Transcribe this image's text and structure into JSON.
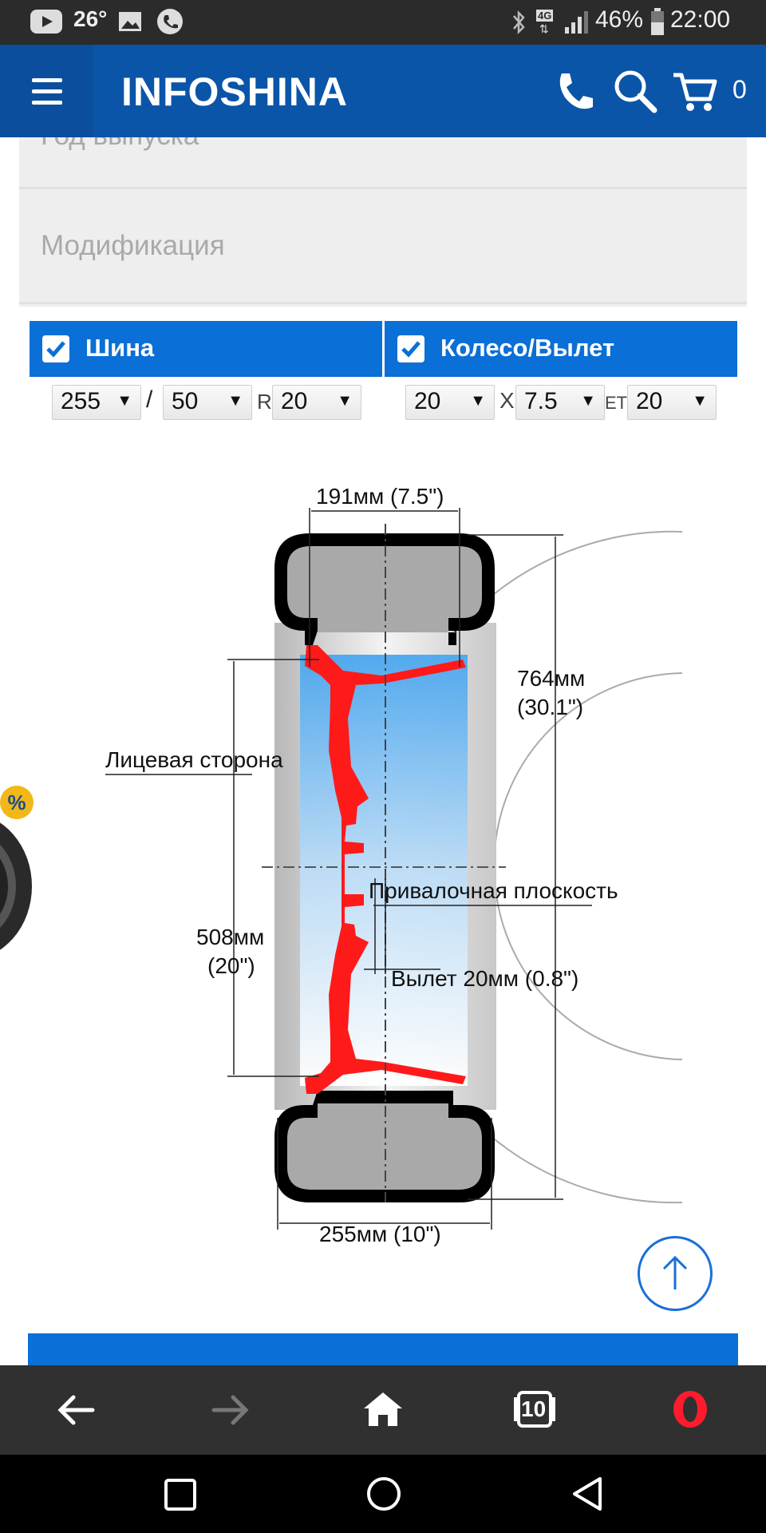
{
  "status_bar": {
    "temperature": "26°",
    "network": "4G",
    "battery": "46%",
    "time": "22:00"
  },
  "header": {
    "logo": "INFOSHINA",
    "cart_count": "0",
    "accent_color": "#0a55a8"
  },
  "form": {
    "year_placeholder": "Год выпуска",
    "modification_placeholder": "Модификация"
  },
  "tabs": {
    "tire": "Шина",
    "wheel": "Колесо/Вылет"
  },
  "tire_selects": {
    "width": "255",
    "profile": "50",
    "r_label": "R",
    "diameter": "20",
    "slash": "/"
  },
  "wheel_selects": {
    "diameter": "20",
    "x_label": "X",
    "rim_width": "7.5",
    "et_label": "ET",
    "offset": "20"
  },
  "diagram": {
    "rim_width": "191мм (7.5\")",
    "tire_height_mm": "764мм",
    "tire_height_in": "(30.1\")",
    "face_side": "Лицевая сторона",
    "mounting_surface": "Привалочная плоскость",
    "rim_diameter_mm": "508мм",
    "rim_diameter_in": "(20\")",
    "offset": "Вылет 20мм (0.8\")",
    "tire_width": "255мм (10\")",
    "badge": "%"
  },
  "browser_bar": {
    "tab_count": "10"
  }
}
